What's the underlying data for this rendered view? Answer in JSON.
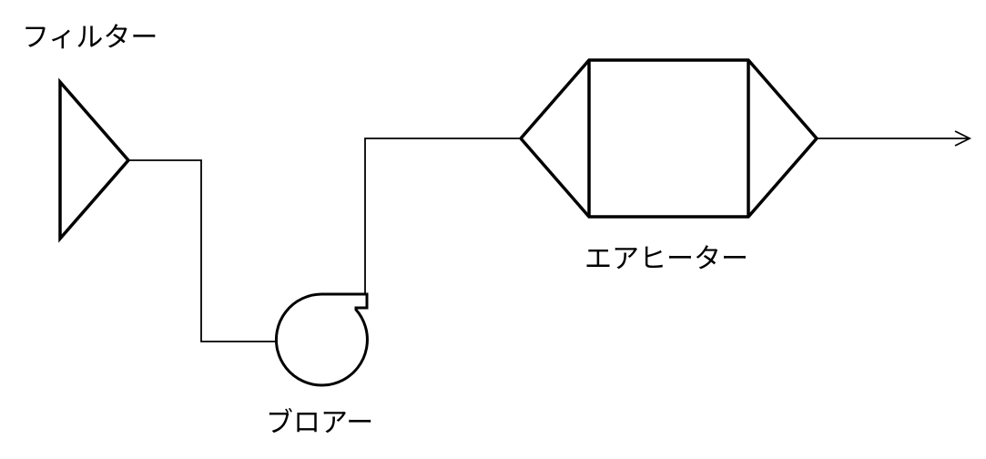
{
  "diagram": {
    "labels": {
      "filter": "フィルター",
      "blower": "ブロアー",
      "air_heater": "エアヒーター"
    },
    "colors": {
      "stroke": "#000000",
      "background": "#ffffff"
    }
  }
}
